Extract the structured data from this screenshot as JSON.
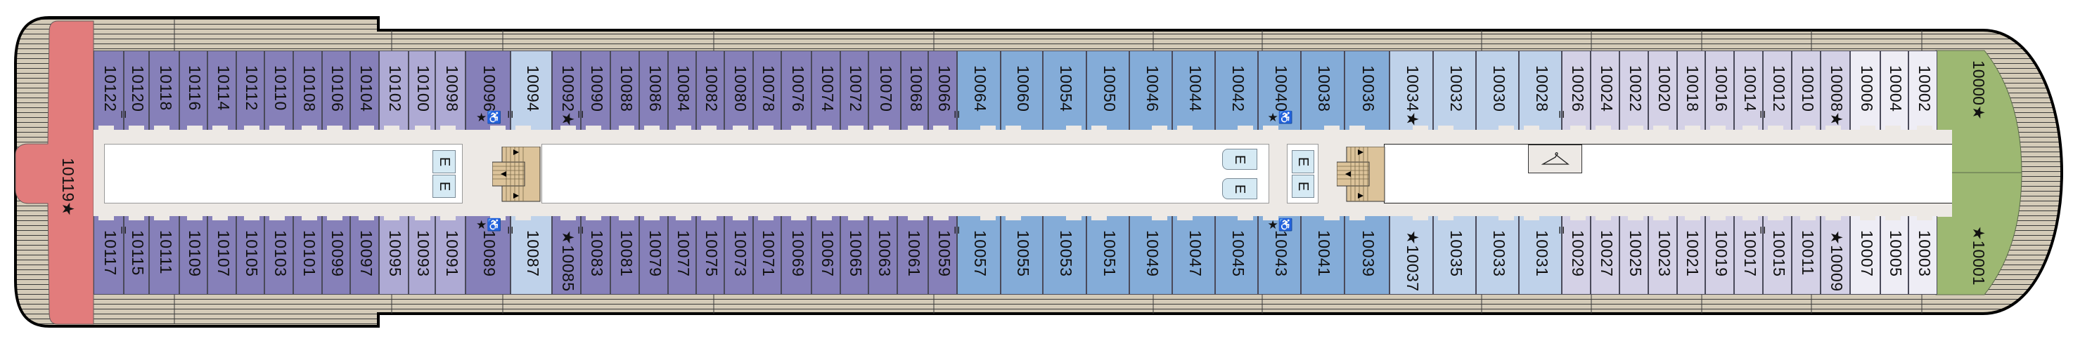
{
  "deck": {
    "category_colors": {
      "aft_suite": "#e27c7c",
      "purple": "#8680b9",
      "light_purple": "#aeaad4",
      "light_blue": "#bfd2ea",
      "blue": "#84acd8",
      "lavender": "#d4d1e6",
      "pale": "#eeedf5",
      "forward_suite": "#9db872",
      "deck": "#d4cbb8",
      "corridor": "#ede9e5",
      "elevator": "#d6eaf4",
      "stairs": "#dcc39a"
    },
    "aft_suite": {
      "number": "10119",
      "marker": "★"
    },
    "forward_suites": [
      {
        "number": "10000",
        "marker": "★",
        "side": "top"
      },
      {
        "number": "10001",
        "marker": "★",
        "side": "bottom"
      }
    ],
    "top_row": [
      {
        "number": "10122",
        "cat": "purple",
        "markers": ""
      },
      {
        "number": "10120",
        "cat": "purple",
        "markers": ""
      },
      {
        "number": "10118",
        "cat": "purple",
        "markers": ""
      },
      {
        "number": "10116",
        "cat": "purple",
        "markers": ""
      },
      {
        "number": "10114",
        "cat": "purple",
        "markers": ""
      },
      {
        "number": "10112",
        "cat": "purple",
        "markers": ""
      },
      {
        "number": "10110",
        "cat": "purple",
        "markers": ""
      },
      {
        "number": "10108",
        "cat": "purple",
        "markers": ""
      },
      {
        "number": "10106",
        "cat": "purple",
        "markers": ""
      },
      {
        "number": "10104",
        "cat": "purple",
        "markers": ""
      },
      {
        "number": "10102",
        "cat": "light_purple",
        "markers": ""
      },
      {
        "number": "10100",
        "cat": "light_purple",
        "markers": ""
      },
      {
        "number": "10098",
        "cat": "light_purple",
        "markers": ""
      },
      {
        "number": "10096",
        "cat": "purple",
        "markers": "★♿"
      },
      {
        "number": "10094",
        "cat": "light_blue",
        "markers": ""
      },
      {
        "number": "10092",
        "cat": "purple",
        "markers": "★"
      },
      {
        "number": "10090",
        "cat": "purple",
        "markers": ""
      },
      {
        "number": "10088",
        "cat": "purple",
        "markers": ""
      },
      {
        "number": "10086",
        "cat": "purple",
        "markers": ""
      },
      {
        "number": "10084",
        "cat": "purple",
        "markers": ""
      },
      {
        "number": "10082",
        "cat": "purple",
        "markers": ""
      },
      {
        "number": "10080",
        "cat": "purple",
        "markers": ""
      },
      {
        "number": "10078",
        "cat": "purple",
        "markers": ""
      },
      {
        "number": "10076",
        "cat": "purple",
        "markers": ""
      },
      {
        "number": "10074",
        "cat": "purple",
        "markers": ""
      },
      {
        "number": "10072",
        "cat": "purple",
        "markers": ""
      },
      {
        "number": "10070",
        "cat": "purple",
        "markers": ""
      },
      {
        "number": "10068",
        "cat": "purple",
        "markers": ""
      },
      {
        "number": "10066",
        "cat": "purple",
        "markers": ""
      },
      {
        "number": "10064",
        "cat": "blue",
        "markers": ""
      },
      {
        "number": "10060",
        "cat": "blue",
        "markers": ""
      },
      {
        "number": "10054",
        "cat": "blue",
        "markers": ""
      },
      {
        "number": "10050",
        "cat": "blue",
        "markers": ""
      },
      {
        "number": "10046",
        "cat": "blue",
        "markers": ""
      },
      {
        "number": "10044",
        "cat": "blue",
        "markers": ""
      },
      {
        "number": "10042",
        "cat": "blue",
        "markers": ""
      },
      {
        "number": "10040",
        "cat": "blue",
        "markers": "★♿"
      },
      {
        "number": "10038",
        "cat": "blue",
        "markers": ""
      },
      {
        "number": "10036",
        "cat": "blue",
        "markers": ""
      },
      {
        "number": "10034",
        "cat": "light_blue",
        "markers": "★"
      },
      {
        "number": "10032",
        "cat": "light_blue",
        "markers": ""
      },
      {
        "number": "10030",
        "cat": "light_blue",
        "markers": ""
      },
      {
        "number": "10028",
        "cat": "light_blue",
        "markers": ""
      },
      {
        "number": "10026",
        "cat": "lavender",
        "markers": ""
      },
      {
        "number": "10024",
        "cat": "lavender",
        "markers": ""
      },
      {
        "number": "10022",
        "cat": "lavender",
        "markers": ""
      },
      {
        "number": "10020",
        "cat": "lavender",
        "markers": ""
      },
      {
        "number": "10018",
        "cat": "lavender",
        "markers": ""
      },
      {
        "number": "10016",
        "cat": "lavender",
        "markers": ""
      },
      {
        "number": "10014",
        "cat": "lavender",
        "markers": ""
      },
      {
        "number": "10012",
        "cat": "lavender",
        "markers": ""
      },
      {
        "number": "10010",
        "cat": "lavender",
        "markers": ""
      },
      {
        "number": "10008",
        "cat": "lavender",
        "markers": "★"
      },
      {
        "number": "10006",
        "cat": "pale",
        "markers": ""
      },
      {
        "number": "10004",
        "cat": "pale",
        "markers": ""
      },
      {
        "number": "10002",
        "cat": "pale",
        "markers": ""
      }
    ],
    "bottom_row": [
      {
        "number": "10117",
        "cat": "purple",
        "markers": ""
      },
      {
        "number": "10115",
        "cat": "purple",
        "markers": ""
      },
      {
        "number": "10111",
        "cat": "purple",
        "markers": ""
      },
      {
        "number": "10109",
        "cat": "purple",
        "markers": ""
      },
      {
        "number": "10107",
        "cat": "purple",
        "markers": ""
      },
      {
        "number": "10105",
        "cat": "purple",
        "markers": ""
      },
      {
        "number": "10103",
        "cat": "purple",
        "markers": ""
      },
      {
        "number": "10101",
        "cat": "purple",
        "markers": ""
      },
      {
        "number": "10099",
        "cat": "purple",
        "markers": ""
      },
      {
        "number": "10097",
        "cat": "purple",
        "markers": ""
      },
      {
        "number": "10095",
        "cat": "light_purple",
        "markers": ""
      },
      {
        "number": "10093",
        "cat": "light_purple",
        "markers": ""
      },
      {
        "number": "10091",
        "cat": "light_purple",
        "markers": ""
      },
      {
        "number": "10089",
        "cat": "purple",
        "markers": "★♿"
      },
      {
        "number": "10087",
        "cat": "light_blue",
        "markers": ""
      },
      {
        "number": "10085",
        "cat": "purple",
        "markers": "★"
      },
      {
        "number": "10083",
        "cat": "purple",
        "markers": ""
      },
      {
        "number": "10081",
        "cat": "purple",
        "markers": ""
      },
      {
        "number": "10079",
        "cat": "purple",
        "markers": ""
      },
      {
        "number": "10077",
        "cat": "purple",
        "markers": ""
      },
      {
        "number": "10075",
        "cat": "purple",
        "markers": ""
      },
      {
        "number": "10073",
        "cat": "purple",
        "markers": ""
      },
      {
        "number": "10071",
        "cat": "purple",
        "markers": ""
      },
      {
        "number": "10069",
        "cat": "purple",
        "markers": ""
      },
      {
        "number": "10067",
        "cat": "purple",
        "markers": ""
      },
      {
        "number": "10065",
        "cat": "purple",
        "markers": ""
      },
      {
        "number": "10063",
        "cat": "purple",
        "markers": ""
      },
      {
        "number": "10061",
        "cat": "purple",
        "markers": ""
      },
      {
        "number": "10059",
        "cat": "purple",
        "markers": ""
      },
      {
        "number": "10057",
        "cat": "blue",
        "markers": ""
      },
      {
        "number": "10055",
        "cat": "blue",
        "markers": ""
      },
      {
        "number": "10053",
        "cat": "blue",
        "markers": ""
      },
      {
        "number": "10051",
        "cat": "blue",
        "markers": ""
      },
      {
        "number": "10049",
        "cat": "blue",
        "markers": ""
      },
      {
        "number": "10047",
        "cat": "blue",
        "markers": ""
      },
      {
        "number": "10045",
        "cat": "blue",
        "markers": ""
      },
      {
        "number": "10043",
        "cat": "blue",
        "markers": "★♿"
      },
      {
        "number": "10041",
        "cat": "blue",
        "markers": ""
      },
      {
        "number": "10039",
        "cat": "blue",
        "markers": ""
      },
      {
        "number": "10037",
        "cat": "light_blue",
        "markers": "★"
      },
      {
        "number": "10035",
        "cat": "light_blue",
        "markers": ""
      },
      {
        "number": "10033",
        "cat": "light_blue",
        "markers": ""
      },
      {
        "number": "10031",
        "cat": "light_blue",
        "markers": ""
      },
      {
        "number": "10029",
        "cat": "lavender",
        "markers": ""
      },
      {
        "number": "10027",
        "cat": "lavender",
        "markers": ""
      },
      {
        "number": "10025",
        "cat": "lavender",
        "markers": ""
      },
      {
        "number": "10023",
        "cat": "lavender",
        "markers": ""
      },
      {
        "number": "10021",
        "cat": "lavender",
        "markers": ""
      },
      {
        "number": "10019",
        "cat": "lavender",
        "markers": ""
      },
      {
        "number": "10017",
        "cat": "lavender",
        "markers": ""
      },
      {
        "number": "10015",
        "cat": "lavender",
        "markers": ""
      },
      {
        "number": "10011",
        "cat": "lavender",
        "markers": ""
      },
      {
        "number": "10009",
        "cat": "lavender",
        "markers": "★"
      },
      {
        "number": "10007",
        "cat": "pale",
        "markers": ""
      },
      {
        "number": "10005",
        "cat": "pale",
        "markers": ""
      },
      {
        "number": "10003",
        "cat": "pale",
        "markers": ""
      }
    ],
    "connecting_symbol": "=",
    "elevator_label": "E",
    "icons": {
      "star": "★",
      "wheelchair": "♿",
      "laundry": "hanger-icon"
    }
  }
}
